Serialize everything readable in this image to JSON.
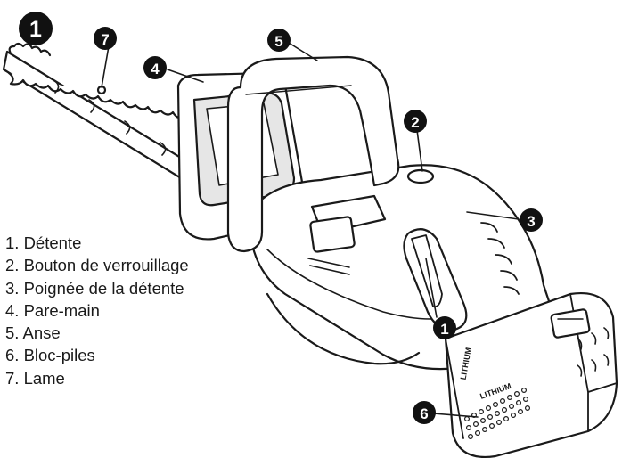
{
  "callouts": {
    "c1_top": "1",
    "c7": "7",
    "c4": "4",
    "c5": "5",
    "c2": "2",
    "c3": "3",
    "c1_bottom": "1",
    "c6": "6"
  },
  "battery": {
    "brand_side": "LITHIUM",
    "brand_front": "LITHIUM"
  },
  "legend": {
    "items": [
      "1. Détente",
      "2. Bouton de verrouillage",
      "3. Poignée de la détente",
      "4. Pare-main",
      "5. Anse",
      "6. Bloc-piles",
      "7. Lame"
    ]
  },
  "colors": {
    "outline": "#1a1a1a",
    "callout_fill": "#111111",
    "callout_text": "#ffffff",
    "body_fill": "#ffffff",
    "shade": "#cfcfcf"
  }
}
